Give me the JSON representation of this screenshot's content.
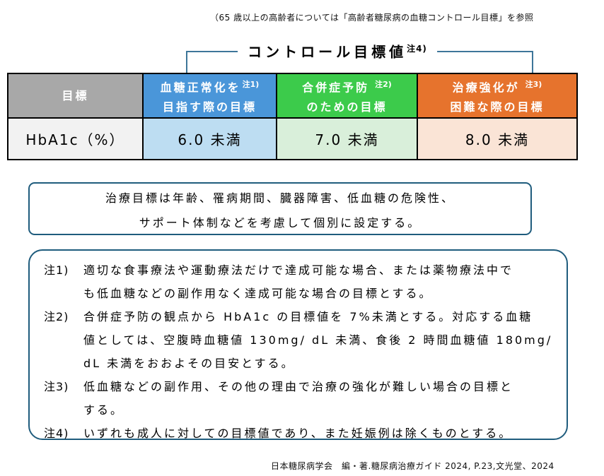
{
  "colors": {
    "gray_header": "#a8a8a8",
    "blue_header": "#4a96d9",
    "green_header": "#3ccb4b",
    "orange_header": "#e6732d",
    "row_label_bg": "#f2f2f2",
    "light_blue": "#bdddf2",
    "light_green": "#d9efda",
    "light_peach": "#fae4d6",
    "bracket_line": "#3d7699",
    "box_border": "#1f5c7d",
    "header_text": "#ffffff"
  },
  "header_note": "（65 歳以上の高齢者については「高齢者糖尿病の血糖コントロール目標」を参照",
  "title": {
    "text": "コントロール目標値",
    "note": "注4)"
  },
  "table": {
    "header": [
      {
        "line1": "目標",
        "note": "",
        "line2": ""
      },
      {
        "line1": "血糖正常化を",
        "note": "注1)",
        "line2": "目指す際の目標"
      },
      {
        "line1": "合併症予防",
        "note": "注2)",
        "line2": "のための目標"
      },
      {
        "line1": "治療強化が",
        "note": "注3)",
        "line2": "困難な際の目標"
      }
    ],
    "row": {
      "label": "HbA1c（%）",
      "values": [
        "6.0 未満",
        "7.0 未満",
        "8.0 未満"
      ]
    }
  },
  "advice_box": {
    "text": "治療目標は年齢、罹病期間、臓器障害、低血糖の危険性、\nサポート体制などを考慮して個別に設定する。"
  },
  "notes": [
    {
      "label": "注1)",
      "text": "適切な食事療法や運動療法だけで達成可能な場合、または薬物療法中で\nも低血糖などの副作用なく達成可能な場合の目標とする。"
    },
    {
      "label": "注2)",
      "text": "合併症予防の観点から HbA1c の目標値を 7%未満とする。対応する血糖\n値としては、空腹時血糖値 130mg/ dL 未満、食後 2 時間血糖値 180mg/\ndL 未満をおおよその目安とする。"
    },
    {
      "label": "注3)",
      "text": "低血糖などの副作用、その他の理由で治療の強化が難しい場合の目標と\nする。"
    },
    {
      "label": "注4)",
      "text": "いずれも成人に対しての目標値であり、また妊娠例は除くものとする。"
    }
  ],
  "citation": "日本糖尿病学会　編・著.糖尿病治療ガイド 2024, P.23,文光堂、2024"
}
